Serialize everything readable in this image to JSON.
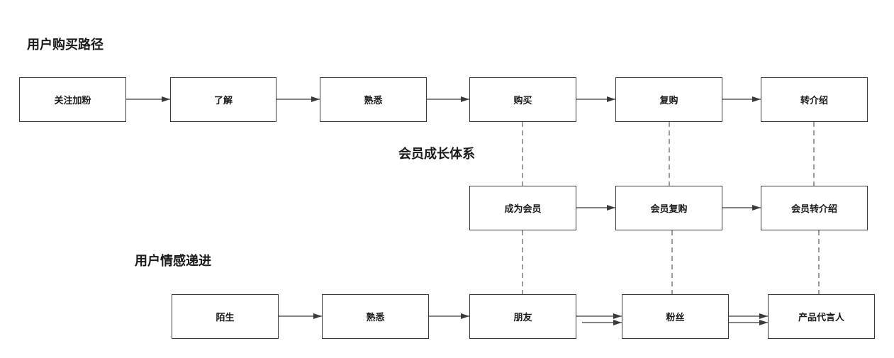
{
  "sections": {
    "purchase_path": "用户购买路径",
    "member_growth": "会员成长体系",
    "emotion_progression": "用户情感递进"
  },
  "rows": {
    "purchase": [
      "关注加粉",
      "了解",
      "熟悉",
      "购买",
      "复购",
      "转介绍"
    ],
    "member": [
      "成为会员",
      "会员复购",
      "会员转介绍"
    ],
    "emotion": [
      "陌生",
      "熟悉",
      "朋友",
      "粉丝",
      "产品代言人"
    ]
  },
  "colors": {
    "stroke": "#3a3a3a",
    "text": "#1a1a1a",
    "background": "#ffffff"
  }
}
